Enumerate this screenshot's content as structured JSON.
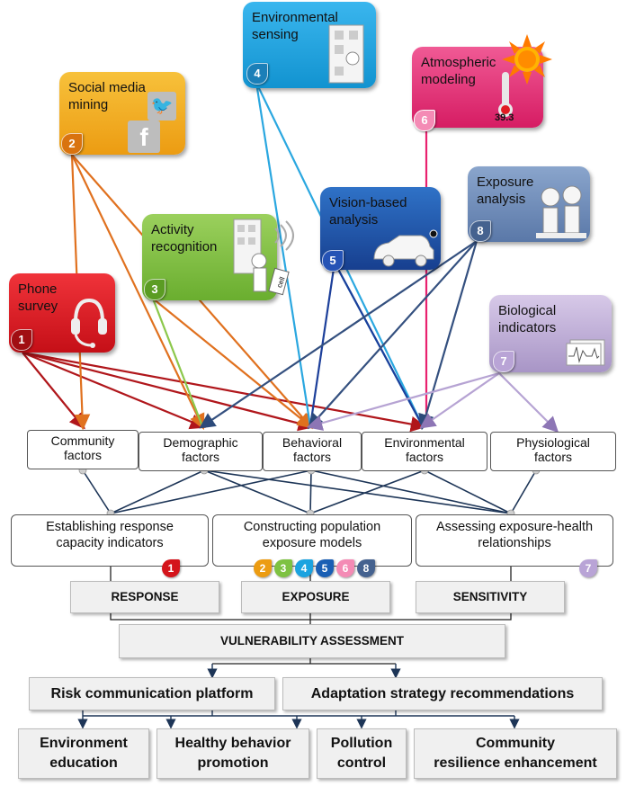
{
  "sources": [
    {
      "id": "phone",
      "label": "Phone\nsurvey",
      "number": "1",
      "color": "#e11b22",
      "icon": "headset-icon"
    },
    {
      "id": "social",
      "label": "Social media\nmining",
      "number": "2",
      "color": "#f2a81d",
      "icon": "twitter-facebook-icon"
    },
    {
      "id": "activity",
      "label": "Activity\nrecognition",
      "number": "3",
      "color": "#7ec242",
      "icon": "cell-phone-icon"
    },
    {
      "id": "envsensing",
      "label": "Environmental\nsensing",
      "number": "4",
      "color": "#1ba3e0",
      "icon": "building-icon"
    },
    {
      "id": "vision",
      "label": "Vision-based\nanalysis",
      "number": "5",
      "color": "#1a5fb4",
      "icon": "car-icon"
    },
    {
      "id": "atmos",
      "label": "Atmospheric\nmodeling",
      "number": "6",
      "color": "#e9216f",
      "icon": "sun-thermometer-icon",
      "temp": "39.3"
    },
    {
      "id": "bio",
      "label": "Biological\nindicators",
      "number": "7",
      "color": "#bfa9d6",
      "icon": "chart-icon"
    },
    {
      "id": "exposure",
      "label": "Exposure\nanalysis",
      "number": "8",
      "color": "#6b89b5",
      "icon": "people-icon"
    }
  ],
  "factors": {
    "community": "Community\nfactors",
    "demographic": "Demographic\nfactors",
    "behavioral": "Behavioral\nfactors",
    "environmental": "Environmental\nfactors",
    "physiological": "Physiological\nfactors"
  },
  "steps": {
    "response": "Establishing response\ncapacity indicators",
    "exposure": "Constructing population\nexposure models",
    "sensitivity": "Assessing exposure-health\nrelationships"
  },
  "step_badges": {
    "response": [
      "1"
    ],
    "exposure": [
      "2",
      "3",
      "4",
      "5",
      "6",
      "8"
    ],
    "sensitivity": [
      "7"
    ]
  },
  "bars": {
    "response": "RESPONSE",
    "exposure": "EXPOSURE",
    "sensitivity": "SENSITIVITY",
    "vulnerability": "VULNERABILITY ASSESSMENT"
  },
  "platforms": {
    "risk": "Risk communication platform",
    "adaptation": "Adaptation strategy recommendations"
  },
  "outcomes": {
    "education": "Environment\neducation",
    "healthy": "Healthy behavior\npromotion",
    "pollution": "Pollution\ncontrol",
    "community": "Community\nresilience enhancement"
  }
}
